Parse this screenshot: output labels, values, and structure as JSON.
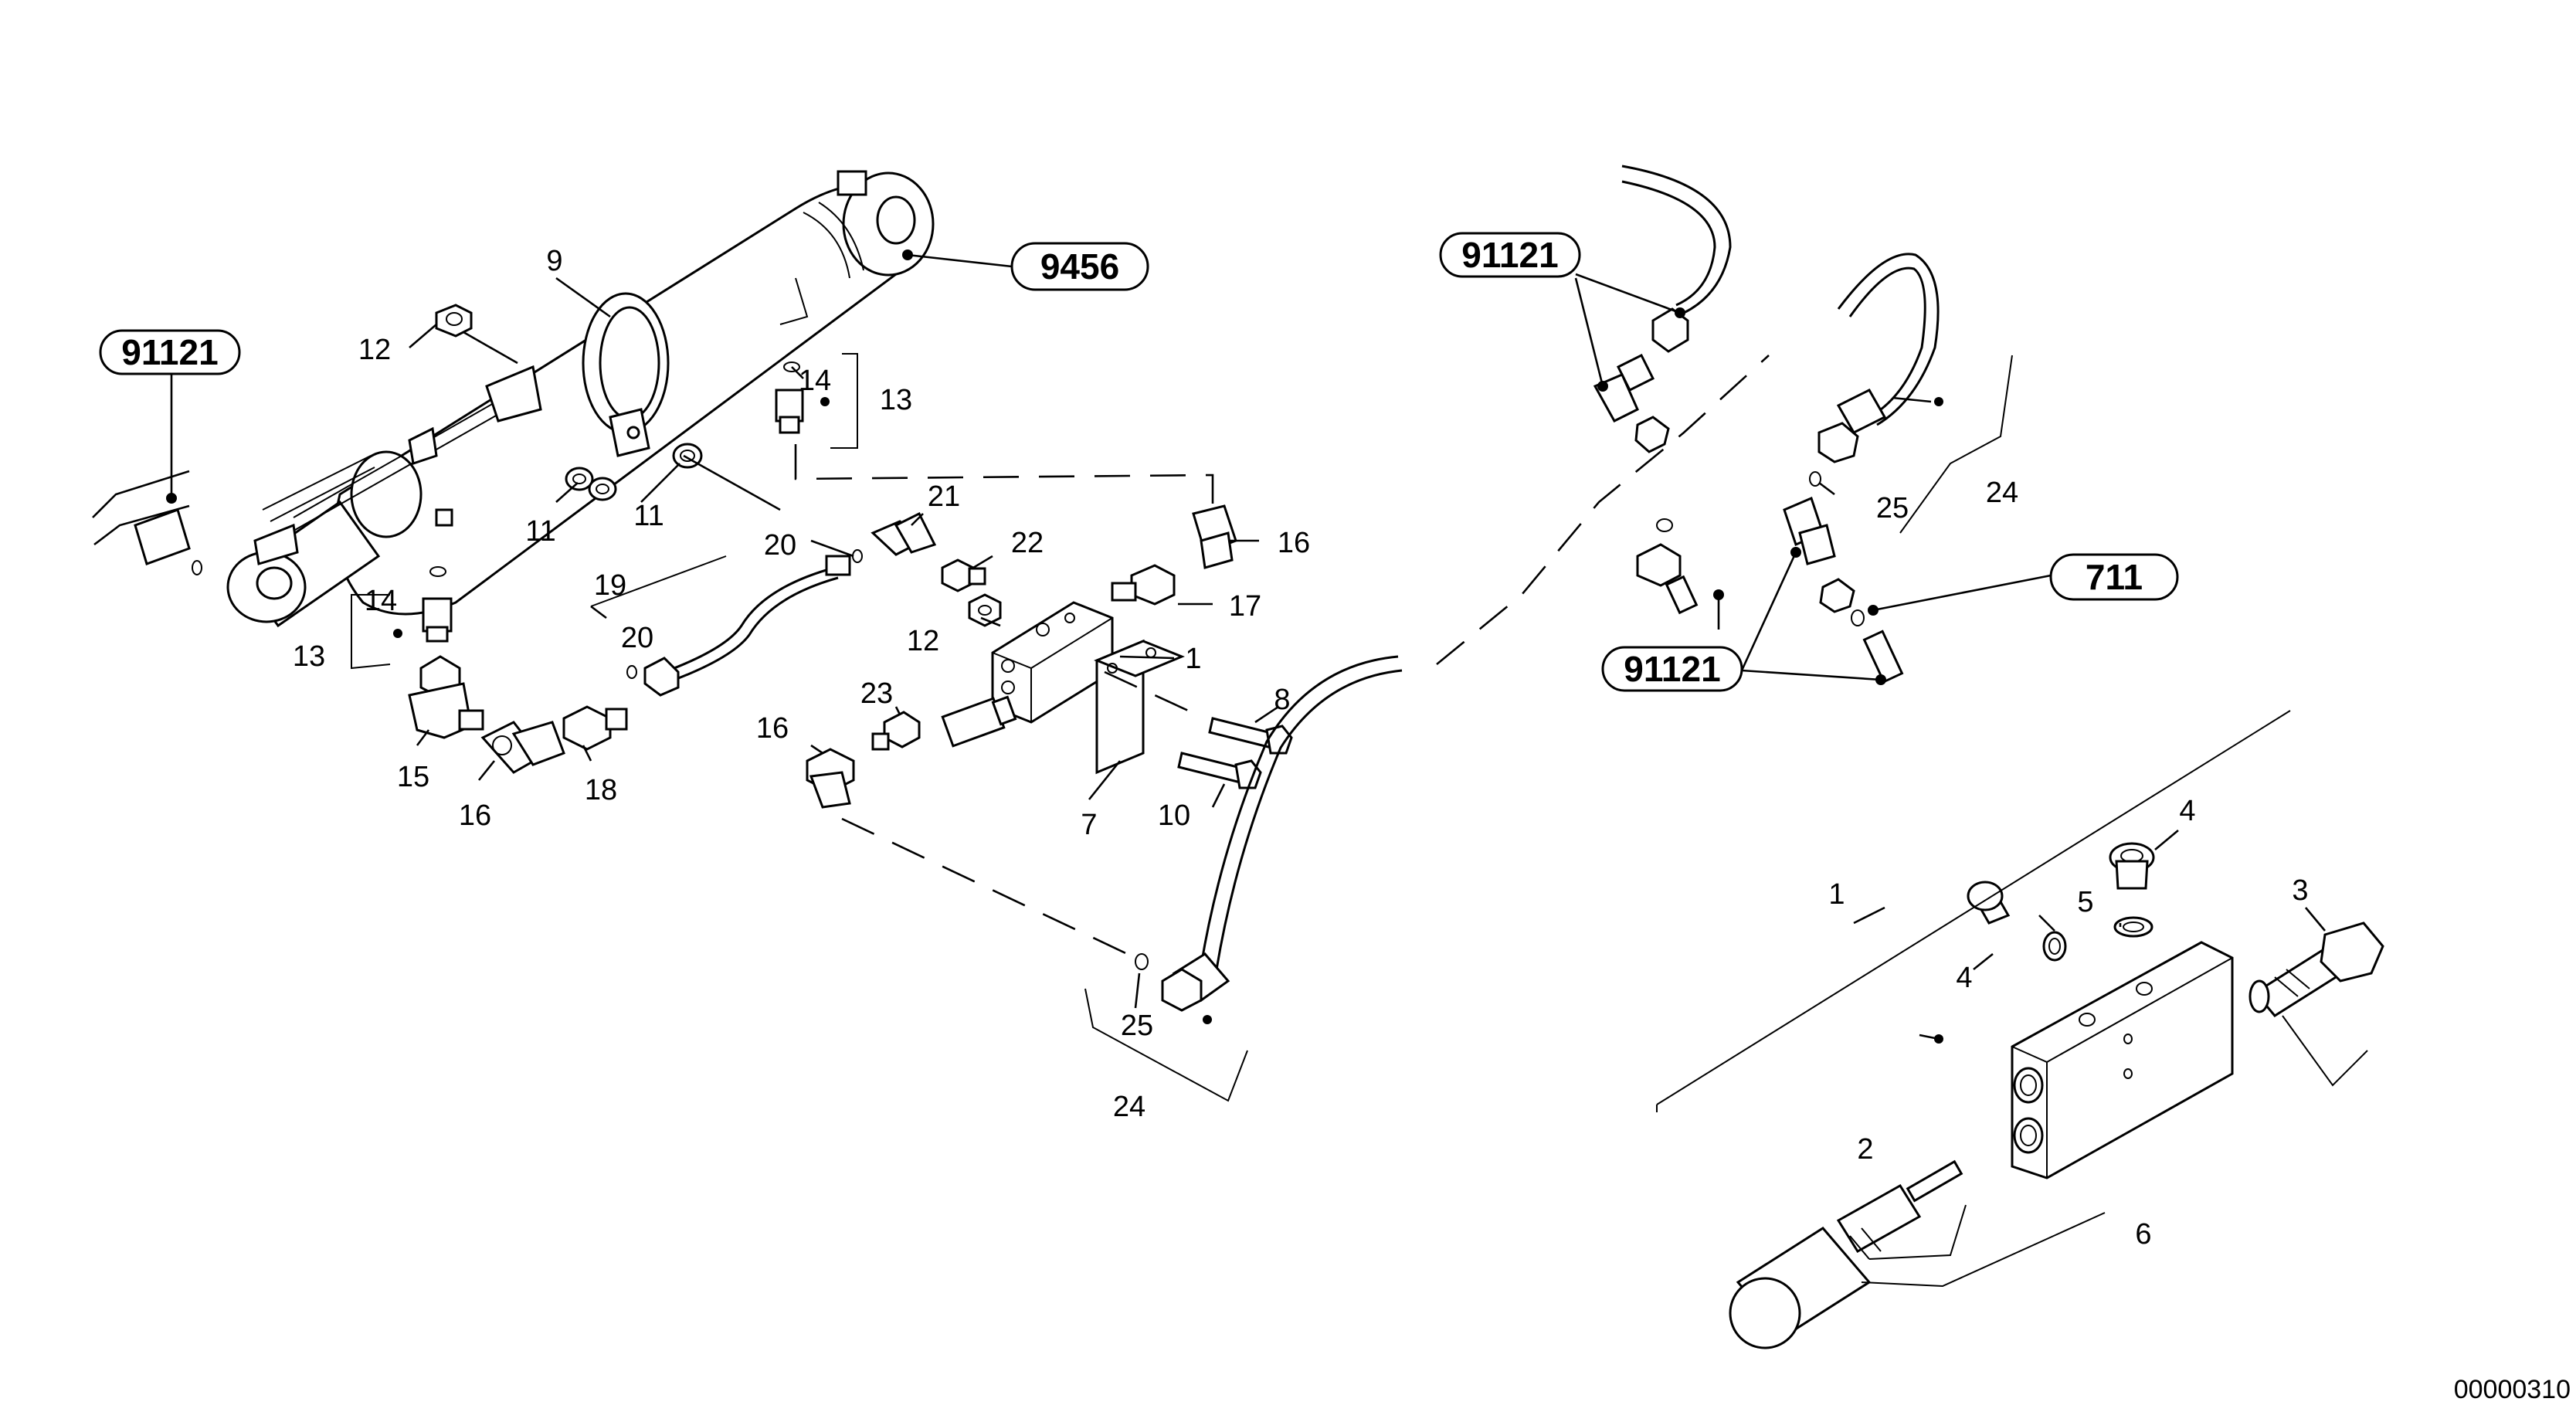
{
  "diagram": {
    "callouts": [
      "91121",
      "9456",
      "91121",
      "711",
      "91121"
    ],
    "item_labels": [
      "9",
      "12",
      "14",
      "13",
      "11",
      "11",
      "20",
      "21",
      "22",
      "16",
      "19",
      "17",
      "20",
      "12",
      "1",
      "14",
      "13",
      "8",
      "23",
      "16",
      "15",
      "16",
      "18",
      "7",
      "10",
      "25",
      "24",
      "25",
      "24",
      "1",
      "4",
      "5",
      "4",
      "3",
      "2",
      "6"
    ],
    "document_id": "00000310"
  }
}
